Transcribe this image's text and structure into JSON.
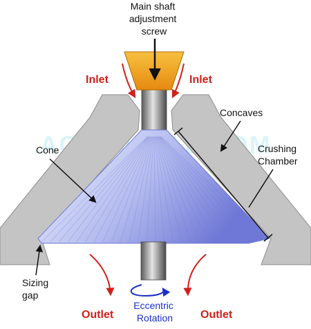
{
  "colors": {
    "label_text": "#111111",
    "flow_arrow": "#d0201a",
    "rotation": "#1a2fc8",
    "frame": "#c4c4c4",
    "frame_edge": "#8c8c8c",
    "cone_light": "#e8ecfb",
    "cone_dark": "#6f78d6",
    "funnel": "#f0a020",
    "watermark": "#23c7e6"
  },
  "labels": {
    "main_shaft": [
      "Main shaft",
      "adjustment",
      "screw"
    ],
    "inlet_left": "Inlet",
    "inlet_right": "Inlet",
    "concaves": "Concaves",
    "crushing_chamber": [
      "Crushing",
      "Chamber"
    ],
    "cone": "Cone",
    "sizing_gap": [
      "Sizing",
      "gap"
    ],
    "outlet_left": "Outlet",
    "outlet_right": "Outlet",
    "eccentric_rotation": [
      "Eccentric",
      "Rotation"
    ]
  },
  "watermark": "ACM-METAL.COM"
}
